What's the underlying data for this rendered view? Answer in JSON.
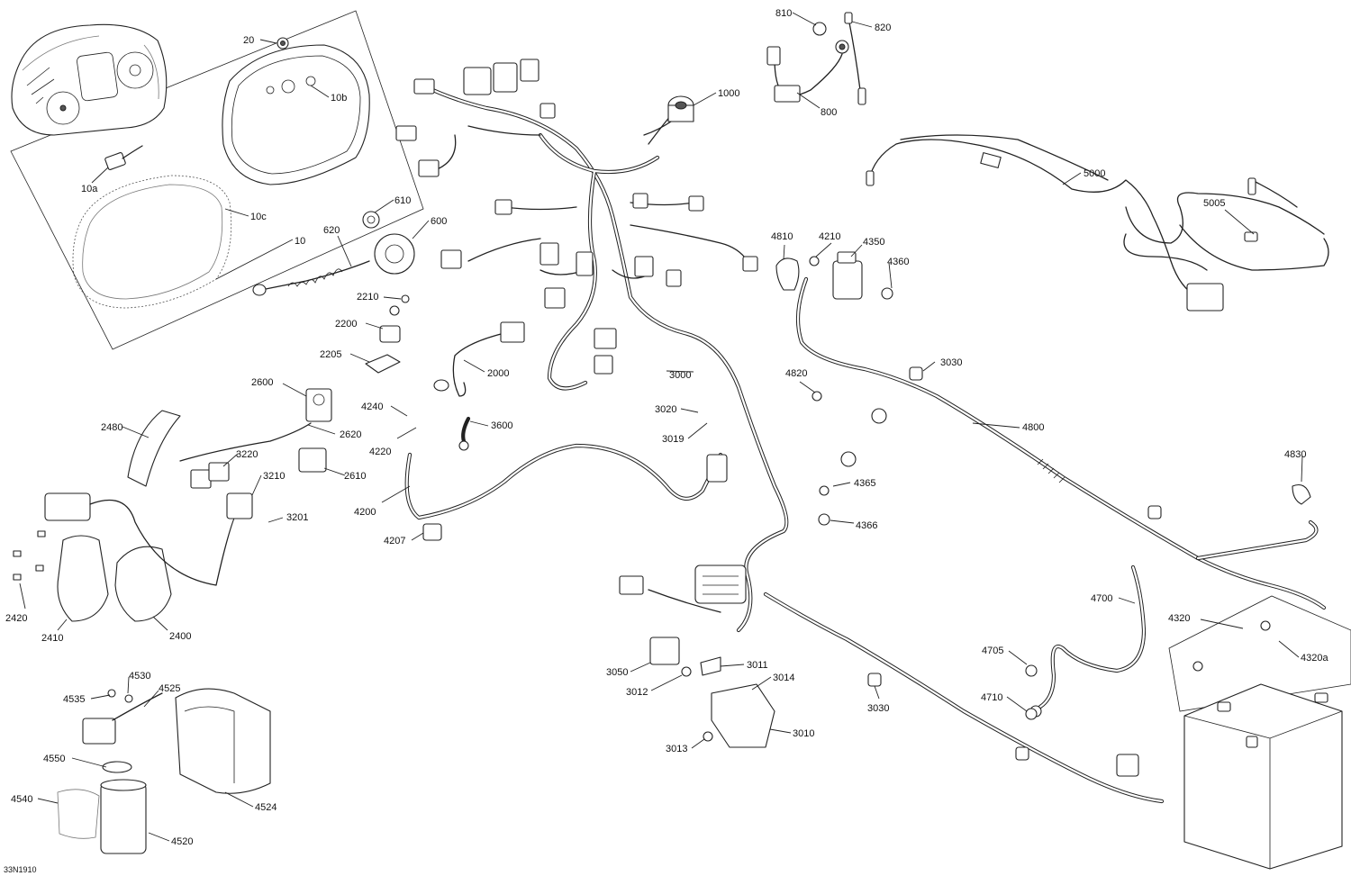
{
  "diagram_code": "33N1910",
  "labels": {
    "p810": "810",
    "p820": "820",
    "p800": "800",
    "p1000": "1000",
    "p20": "20",
    "p10b": "10b",
    "p10a": "10a",
    "p10c": "10c",
    "p10": "10",
    "p610": "610",
    "p600": "600",
    "p620": "620",
    "p2210": "2210",
    "p2200": "2200",
    "p2205": "2205",
    "p5000": "5000",
    "p5005": "5005",
    "p4810": "4810",
    "p4210": "4210",
    "p4350": "4350",
    "p4360": "4360",
    "p3030a": "3030",
    "p4820": "4820",
    "p4800": "4800",
    "p3000": "3000",
    "p2000": "2000",
    "p2600": "2600",
    "p4240": "4240",
    "p3020": "3020",
    "p3019": "3019",
    "p2620": "2620",
    "p4220": "4220",
    "p3600": "3600",
    "p2480": "2480",
    "p3220": "3220",
    "p2610": "2610",
    "p3210": "3210",
    "p4200": "4200",
    "p4365": "4365",
    "p4830": "4830",
    "p3201": "3201",
    "p4366": "4366",
    "p4207": "4207",
    "p2420": "2420",
    "p2410": "2410",
    "p2400": "2400",
    "p4700": "4700",
    "p4320": "4320",
    "p4320a": "4320a",
    "p4705": "4705",
    "p3050": "3050",
    "p3011": "3011",
    "p3012": "3012",
    "p3014": "3014",
    "p4710": "4710",
    "p3030b": "3030",
    "p3010": "3010",
    "p3013": "3013",
    "p4530": "4530",
    "p4535": "4535",
    "p4525": "4525",
    "p4550": "4550",
    "p4540": "4540",
    "p4524": "4524",
    "p4520": "4520"
  }
}
